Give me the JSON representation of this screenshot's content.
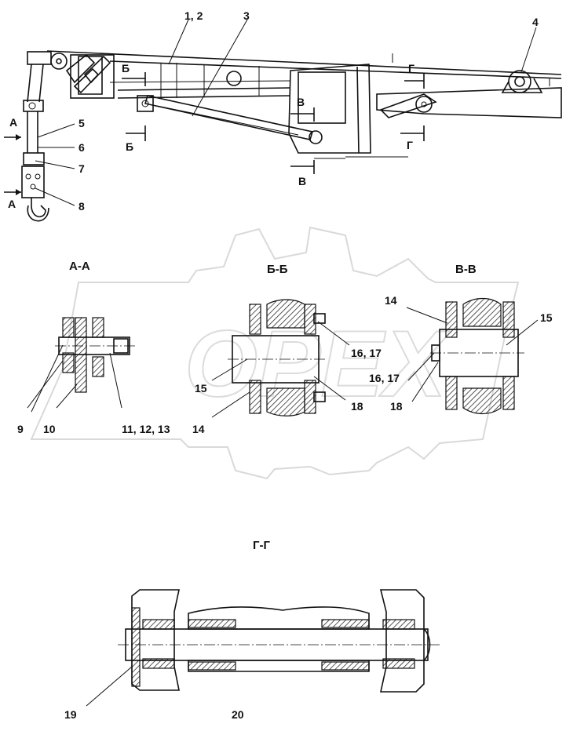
{
  "watermark": {
    "text": "OPEX"
  },
  "sections": {
    "a": "А-А",
    "b": "Б-Б",
    "v": "В-В",
    "g": "Г-Г"
  },
  "section_marks": {
    "a_top": "А",
    "a_bottom": "А",
    "b_top": "Б",
    "b_bottom": "Б",
    "v_top": "В",
    "v_bottom": "В",
    "g_top": "Г",
    "g_bottom": "Г"
  },
  "callouts": {
    "p1_2": "1, 2",
    "p3": "3",
    "p4": "4",
    "p5": "5",
    "p6": "6",
    "p7": "7",
    "p8": "8",
    "p9": "9",
    "p10": "10",
    "p11_13": "11, 12, 13",
    "bb_15": "15",
    "bb_14": "14",
    "bb_16_17": "16, 17",
    "bb_18": "18",
    "vv_14": "14",
    "vv_15": "15",
    "vv_16_17": "16, 17",
    "vv_18": "18",
    "p19": "19",
    "p20": "20"
  }
}
